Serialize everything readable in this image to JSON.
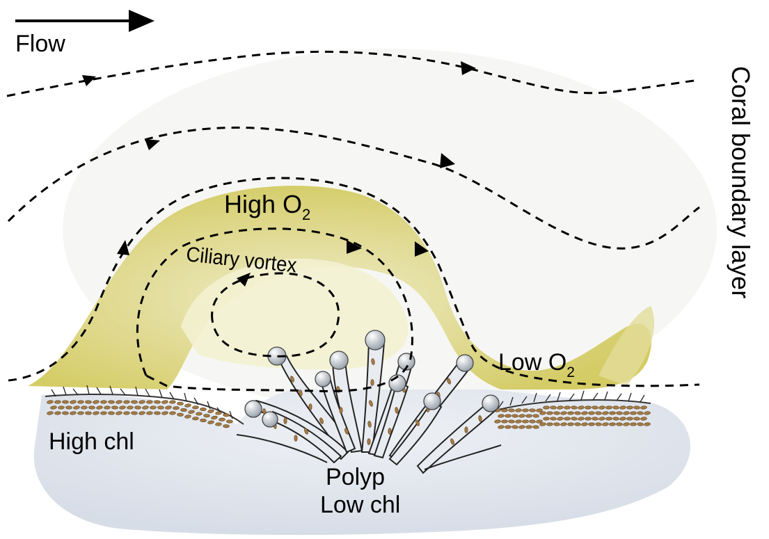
{
  "diagram": {
    "flow_label": "Flow",
    "boundary_label": "Coral boundary layer",
    "high_o2": {
      "text": "High O",
      "sub": "2"
    },
    "low_o2": {
      "text": "Low O",
      "sub": "2"
    },
    "vortex_label": "Ciliary vortex",
    "high_chl_label": "High chl",
    "polyp_label": "Polyp",
    "low_chl_label": "Low chl"
  },
  "colors": {
    "oxygen_plume": "#d6cf63",
    "oxygen_core": "#f1efc9",
    "tissue": "#dfe4ec",
    "chlorophyll_dots": "#a67c44",
    "streamline": "#000000"
  }
}
